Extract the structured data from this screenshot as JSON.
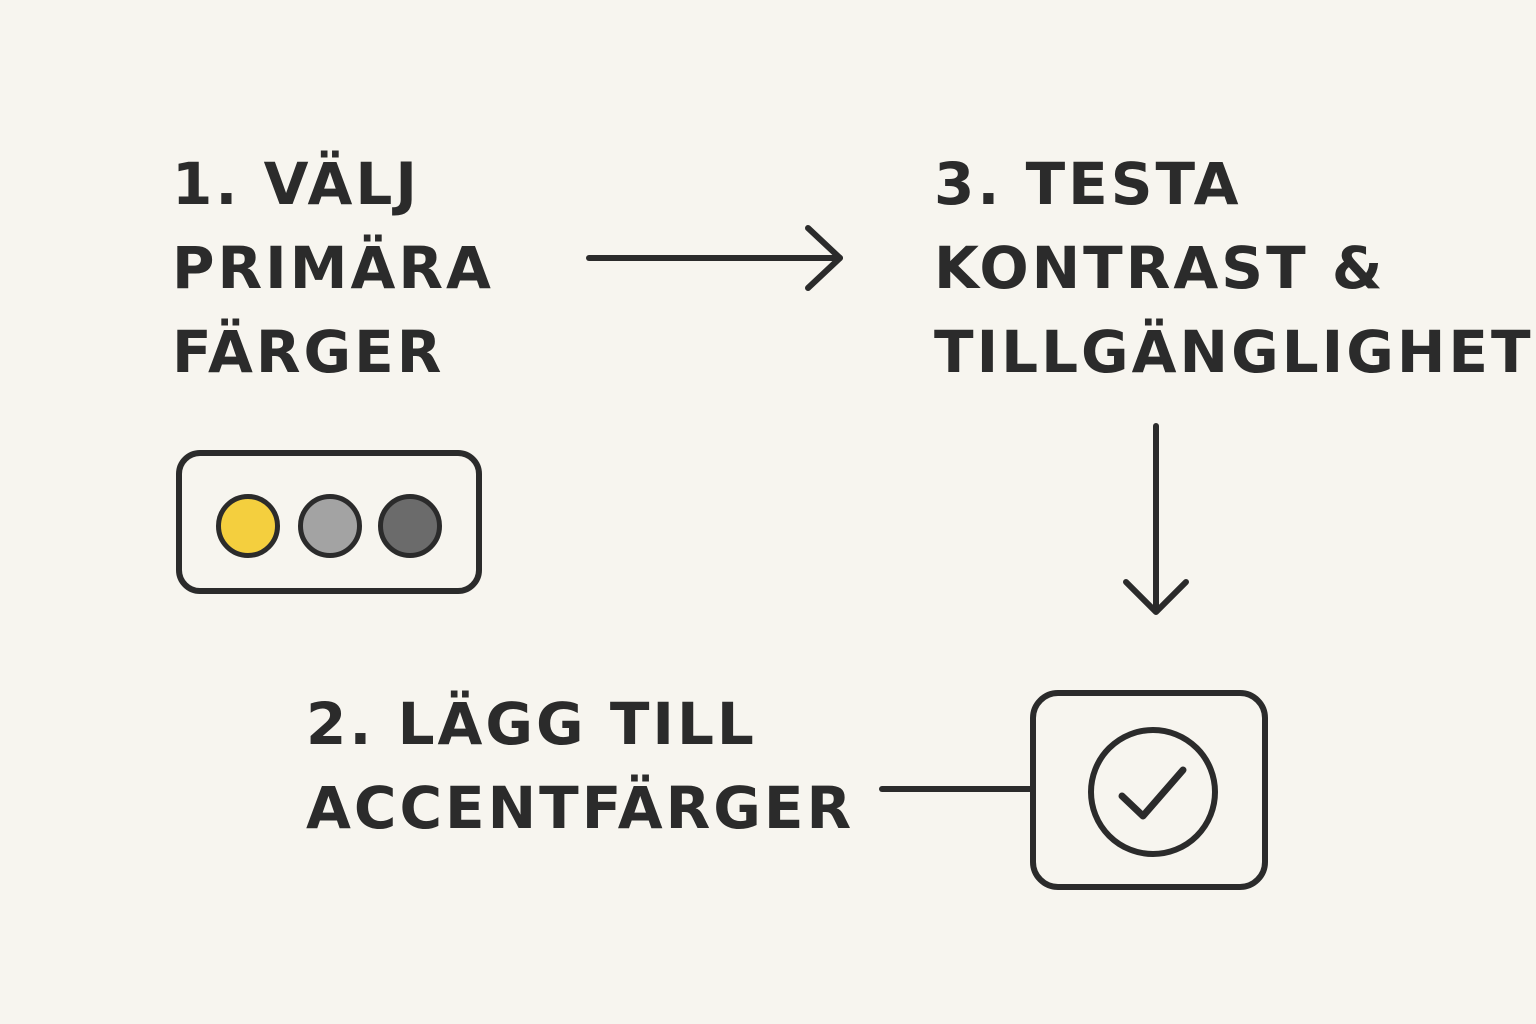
{
  "steps": {
    "step1": {
      "lines": [
        "1. Välj",
        "primära",
        "färger"
      ]
    },
    "step2": {
      "lines": [
        "2. Lägg till",
        "accentfärger"
      ]
    },
    "step3": {
      "lines": [
        "3. Testa",
        "kontrast &",
        "tillgänglighet"
      ]
    }
  },
  "swatches": [
    {
      "name": "yellow",
      "color": "#f4cf3e"
    },
    {
      "name": "light-gray",
      "color": "#a3a3a3"
    },
    {
      "name": "dark-gray",
      "color": "#6b6b6b"
    }
  ],
  "icons": {
    "check": "check-circle-icon",
    "arrow_right": "arrow-right-icon",
    "arrow_down": "arrow-down-icon"
  },
  "colors": {
    "ink": "#2b2b2b",
    "background": "#f7f5ef"
  }
}
